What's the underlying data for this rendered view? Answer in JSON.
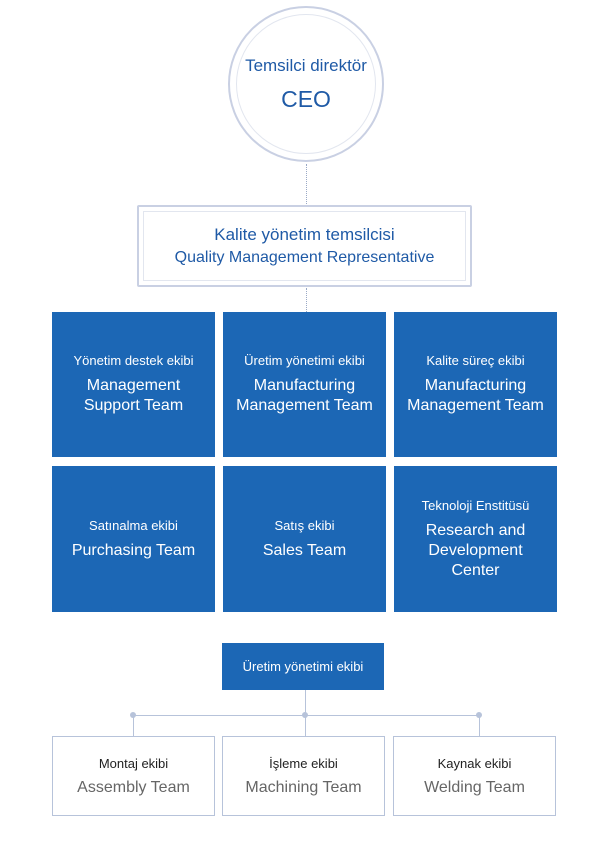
{
  "ceo": {
    "title_tr": "Temsilci direktör",
    "title_en": "CEO"
  },
  "qmr": {
    "title_tr": "Kalite yönetim temsilcisi",
    "title_en": "Quality Management Representative"
  },
  "teams": [
    {
      "tr": "Yönetim destek ekibi",
      "en": "Management Support Team"
    },
    {
      "tr": "Üretim yönetimi ekibi",
      "en": "Manufacturing Management Team"
    },
    {
      "tr": "Kalite süreç ekibi",
      "en": "Manufacturing Management Team"
    },
    {
      "tr": "Satınalma ekibi",
      "en": "Purchasing Team"
    },
    {
      "tr": "Satış ekibi",
      "en": "Sales Team"
    },
    {
      "tr": "Teknoloji Enstitüsü",
      "en": "Research and Development Center"
    }
  ],
  "production": {
    "title": "Üretim yönetimi ekibi",
    "subteams": [
      {
        "tr": "Montaj ekibi",
        "en": "Assembly Team"
      },
      {
        "tr": "İşleme ekibi",
        "en": "Machining Team"
      },
      {
        "tr": "Kaynak ekibi",
        "en": "Welding Team"
      }
    ]
  },
  "colors": {
    "primary": "#1c67b5",
    "outline": "#c9d0e3",
    "text_blue": "#1f5aa6"
  }
}
